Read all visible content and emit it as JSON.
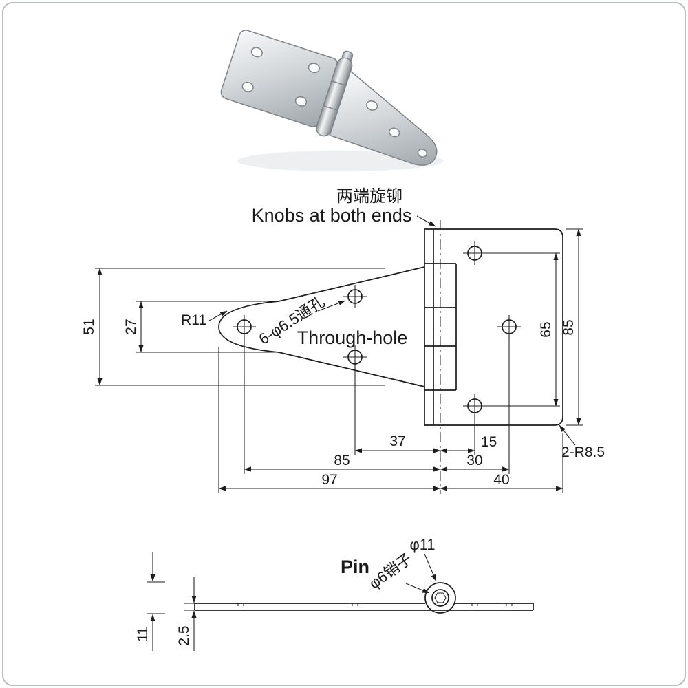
{
  "photo": {
    "name": "stainless-steel strap hinge product photo"
  },
  "top_view": {
    "callout": {
      "cn": "两端旋铆",
      "en": "Knobs at both ends"
    },
    "labels": {
      "radius": "R11",
      "holes_cn": "6-φ6.5通孔",
      "holes_en": "Through-hole",
      "corners": "2-R8.5"
    },
    "dimensions": {
      "strap_width": "51",
      "tip_width": "27",
      "hole_spacing_v": "65",
      "plate_height": "85",
      "hole_to_center": "37",
      "center_to_hole_right": "15",
      "tip_hole_to_center": "85",
      "center_to_mid_hole": "30",
      "strap_length": "97",
      "plate_width": "40"
    }
  },
  "side_view": {
    "labels": {
      "pin_en": "Pin",
      "pin_cn": "φ6销子",
      "knob_dia": "φ11"
    },
    "dimensions": {
      "total_height": "11",
      "plate_thickness": "2.5"
    }
  }
}
